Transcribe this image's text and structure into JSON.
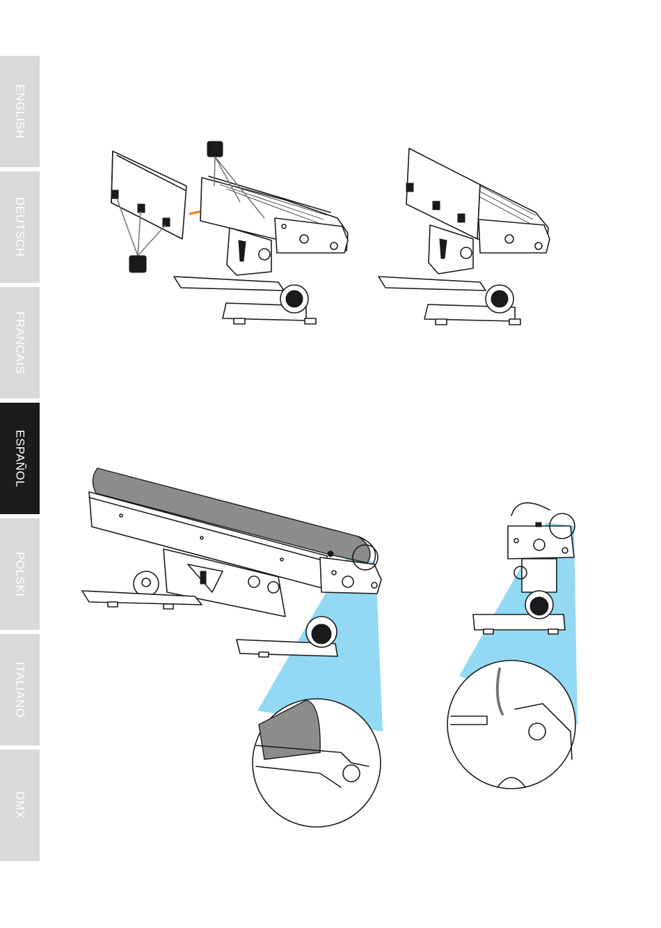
{
  "sidebar": {
    "tabs": [
      {
        "label": "ENGLISH",
        "active": false
      },
      {
        "label": "DEUTSCH",
        "active": false
      },
      {
        "label": "FRANCAIS",
        "active": false
      },
      {
        "label": "ESPAÑOL",
        "active": true
      },
      {
        "label": "POLSKI",
        "active": false
      },
      {
        "label": "ITALIANO",
        "active": false
      },
      {
        "label": "DMX",
        "active": false
      }
    ]
  },
  "colors": {
    "tab_inactive": "#d9d9d9",
    "tab_active": "#1c1c1c",
    "arrow": "#f08a24",
    "zoom_beam": "#87d5f3",
    "callout_marker": "#1a1a1a"
  },
  "figures": {
    "fig1": {
      "icons": [
        "cover-panel",
        "screw-markers",
        "insert-arrow"
      ]
    },
    "fig2": {
      "icons": [
        "assembled-fixture"
      ]
    },
    "fig3": {
      "icons": [
        "diffuser-cover",
        "zoom-detail"
      ]
    },
    "fig4": {
      "icons": [
        "side-view",
        "zoom-detail"
      ]
    }
  }
}
